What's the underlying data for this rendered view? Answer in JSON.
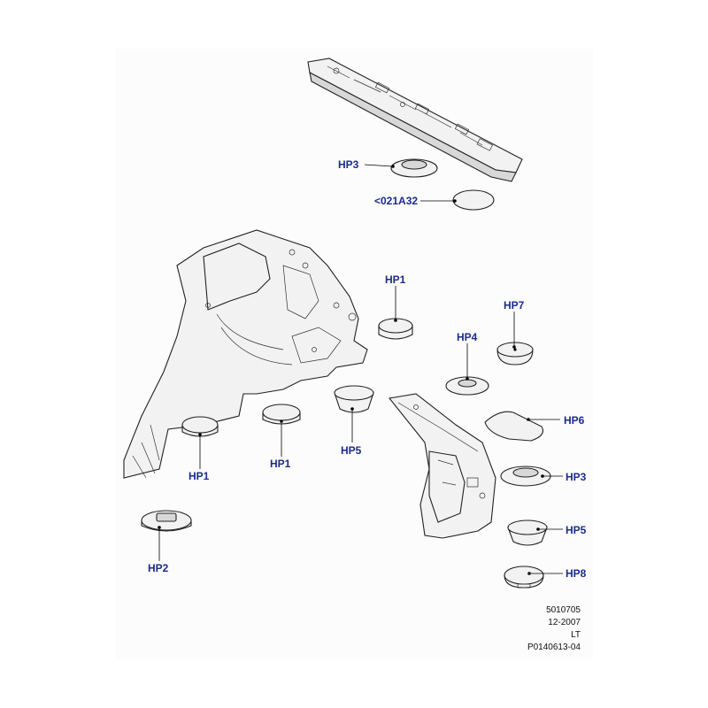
{
  "callouts": [
    {
      "id": "hp3_top",
      "label": "HP3"
    },
    {
      "id": "ref",
      "label": "<021A32"
    },
    {
      "id": "hp1_mid",
      "label": "HP1"
    },
    {
      "id": "hp7",
      "label": "HP7"
    },
    {
      "id": "hp4",
      "label": "HP4"
    },
    {
      "id": "hp6",
      "label": "HP6"
    },
    {
      "id": "hp1_left",
      "label": "HP1"
    },
    {
      "id": "hp1_center",
      "label": "HP1"
    },
    {
      "id": "hp5_center",
      "label": "HP5"
    },
    {
      "id": "hp3_right",
      "label": "HP3"
    },
    {
      "id": "hp5_right",
      "label": "HP5"
    },
    {
      "id": "hp2",
      "label": "HP2"
    },
    {
      "id": "hp8",
      "label": "HP8"
    }
  ],
  "footer": {
    "line1": "5010705",
    "line2": "12-2007",
    "line3": "LT",
    "line4": "P0140613-04"
  }
}
